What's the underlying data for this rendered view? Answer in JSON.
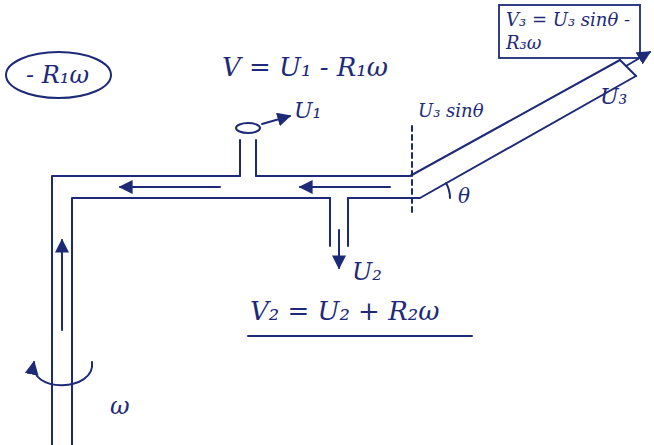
{
  "diagram": {
    "nodes": [
      {
        "text": [
          "- R₁ω"
        ]
      },
      {
        "text": [
          "V₃ = U₃ sinθ - R₃ω"
        ]
      }
    ],
    "labels": [
      "V = U₁ - R₁ω",
      "U₁",
      "U₃ sinθ",
      "U₃",
      "θ",
      "U₂",
      "V₂ = U₂ + R₂ω",
      "ω"
    ]
  }
}
